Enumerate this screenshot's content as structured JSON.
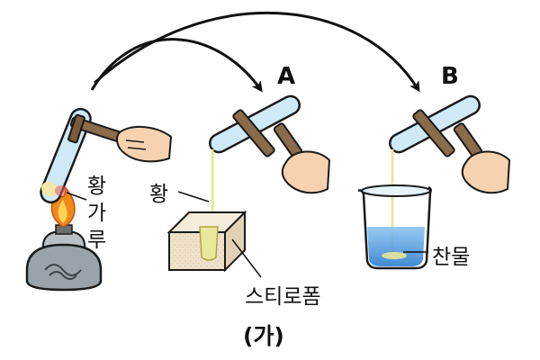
{
  "labels": {
    "step_a": "A",
    "step_b": "B",
    "sulfur_powder_1": "황",
    "sulfur_powder_2": "가",
    "sulfur_powder_3": "루",
    "sulfur": "황",
    "styrofoam": "스티로폼",
    "cold_water": "찬물",
    "caption": "(가)"
  },
  "colors": {
    "tube_glass": "#cfe9f7",
    "tube_outline": "#1a1a1a",
    "wood_holder": "#8a6b4a",
    "skin": "#f6d2b0",
    "flame_outer": "#f08a1c",
    "flame_inner": "#ffd35a",
    "molten_sulfur": "#e8e79a",
    "water": "#5ba6e6",
    "styrofoam": "#efe2cc",
    "burner_body": "#9aa3aa"
  }
}
